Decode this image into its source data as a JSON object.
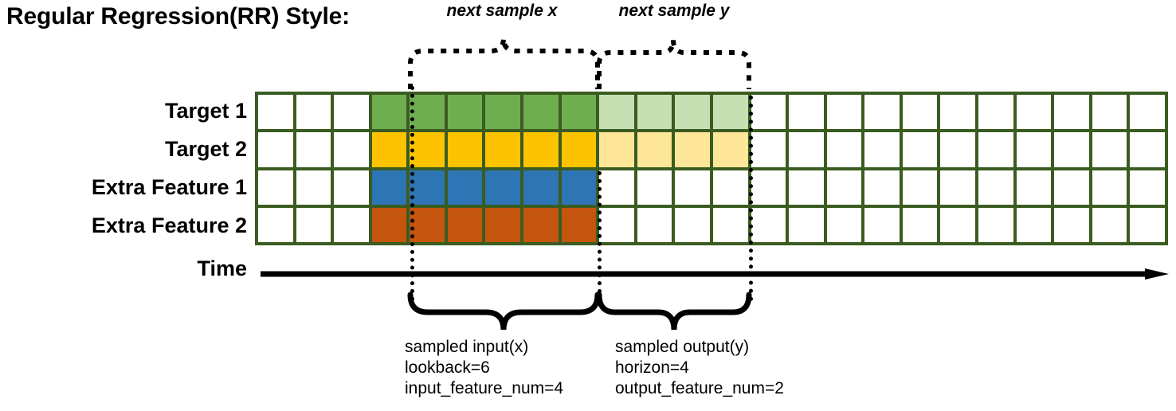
{
  "title": "Regular Regression(RR) Style:",
  "top_braces": [
    {
      "label": "next sample x"
    },
    {
      "label": "next sample y"
    }
  ],
  "rows": [
    {
      "label": "Target 1",
      "color_key": "green",
      "light_key": "greenl"
    },
    {
      "label": "Target 2",
      "color_key": "amber",
      "light_key": "amberl"
    },
    {
      "label": "Extra Feature 1",
      "color_key": "blue",
      "light_key": null
    },
    {
      "label": "Extra Feature 2",
      "color_key": "rust",
      "light_key": null
    }
  ],
  "axis": {
    "label": "Time",
    "direction": "right-arrow"
  },
  "grid": {
    "columns": 24,
    "rows": 4,
    "leading_blank_cols": 3,
    "input_cols": 6,
    "output_cols": 4,
    "trailing_blank_cols": 11,
    "border_color": "#3B5C21",
    "cell_map": [
      [
        "white",
        "white",
        "white",
        "green",
        "green",
        "green",
        "green",
        "green",
        "green",
        "greenl",
        "greenl",
        "greenl",
        "greenl",
        "white",
        "white",
        "white",
        "white",
        "white",
        "white",
        "white",
        "white",
        "white",
        "white",
        "white"
      ],
      [
        "white",
        "white",
        "white",
        "amber",
        "amber",
        "amber",
        "amber",
        "amber",
        "amber",
        "amberl",
        "amberl",
        "amberl",
        "amberl",
        "white",
        "white",
        "white",
        "white",
        "white",
        "white",
        "white",
        "white",
        "white",
        "white",
        "white"
      ],
      [
        "white",
        "white",
        "white",
        "blue",
        "blue",
        "blue",
        "blue",
        "blue",
        "blue",
        "white",
        "white",
        "white",
        "white",
        "white",
        "white",
        "white",
        "white",
        "white",
        "white",
        "white",
        "white",
        "white",
        "white",
        "white"
      ],
      [
        "white",
        "white",
        "white",
        "rust",
        "rust",
        "rust",
        "rust",
        "rust",
        "rust",
        "white",
        "white",
        "white",
        "white",
        "white",
        "white",
        "white",
        "white",
        "white",
        "white",
        "white",
        "white",
        "white",
        "white",
        "white"
      ]
    ]
  },
  "colors": {
    "green": "#6FAE4E",
    "green_light": "#C6E0B3",
    "amber": "#FDC300",
    "amber_light": "#FEE699",
    "blue": "#2E75B5",
    "rust": "#C4550F",
    "grid_border": "#3B5C21",
    "ink": "#000000"
  },
  "bottom_annotations": [
    {
      "title": "sampled input(x)",
      "line2": "lookback=6",
      "line3": "input_feature_num=4"
    },
    {
      "title": "sampled output(y)",
      "line2": "horizon=4",
      "line3": "output_feature_num=2"
    }
  ],
  "bottom_text_input": "sampled input(x)\nlookback=6\ninput_feature_num=4",
  "bottom_text_output": "sampled output(y)\nhorizon=4\noutput_feature_num=2"
}
